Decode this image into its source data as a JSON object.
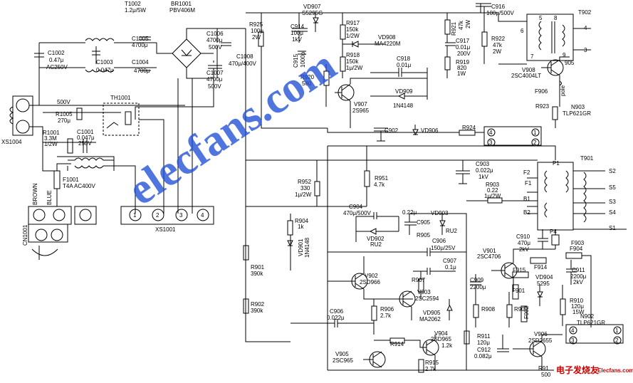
{
  "diagram": {
    "labels": {
      "T1002": "T1002",
      "T1002_val": "1.2μ/5W",
      "BR1001": "BR1001",
      "BR1001_val": "PBV406M",
      "C1005": "C1005",
      "C1005_val": "4700μ",
      "C1004": "C1004",
      "C1004_val": "4700μ",
      "C1002": "C1002",
      "C1002_val1": "0.47μ",
      "C1002_val2": "AC250V",
      "C1003": "C1003",
      "C1003_val": "0.047μ",
      "C1006": "C1006",
      "C1006_val1": "4700μ",
      "C1006_val2": "500V",
      "C1008": "C1008",
      "C1008_val": "470μ/400V",
      "C1007": "C1007",
      "C1007_val1": "4700μ",
      "C1007_val2": "500V",
      "v500": "500V",
      "TH1001": "TH1001",
      "R1005": "R1005",
      "R1005_val": "270μ",
      "R1001": "R1001",
      "R1001_val1": "3.3M",
      "R1001_val2": "1/2W",
      "C1001": "C1001",
      "C1001_val1": "0.047μ",
      "C1001_val2": "250V",
      "XS1004": "XS1004",
      "F1001": "F1001",
      "F1001_val": "T4A AC400V",
      "BROWN": "BROWN",
      "BLUE": "BLUE",
      "CN1001": "CN1001",
      "XS1001": "XS1001",
      "pin1": "1",
      "pin2": "2",
      "pin3": "3",
      "pin4": "4",
      "R925": "R925",
      "R925_val1": "100μ",
      "R925_val2": "2W",
      "VD907": "VD907",
      "VD907_val": "S5295G",
      "C914": "C914",
      "C914_val1": "100μ",
      "C914_val2": "1kV",
      "C915": "C915",
      "C915_val": "1000p",
      "R917": "R917",
      "R917_val1": "150k",
      "R917_val2": "1/2W",
      "VD908": "VD908",
      "VD908_val": "MA4220M",
      "R918": "R918",
      "R918_val1": "150k",
      "R918_val2": "1μ/2W",
      "C918": "C918",
      "C918_val": "0.01μ",
      "R920": "R920",
      "R920_val": "560",
      "VD909": "VD909",
      "VD909_val": "1N4148",
      "V907": "V907",
      "V907_val": "2S965",
      "C916": "C916",
      "C916_val": "100μ/500V",
      "R921": "R921",
      "R921_val1": "47k",
      "R921_val2": "2W",
      "C917": "C917",
      "C917_val1": "0.01μ",
      "C917_val2": "200V",
      "R922": "R922",
      "R922_val1": "47k",
      "R922_val2": "2W",
      "R919": "R919",
      "R919_val1": "820",
      "R919_val2": "1W",
      "T902": "T902",
      "V908": "V908",
      "V908_val": "2SC4004LT",
      "F906": "F906",
      "F906_val": "pole",
      "R923": "R923",
      "N903": "N903",
      "N903_val": "TLP621GR",
      "C902": "C902",
      "VD906": "VD906",
      "R924": "R924",
      "T901": "T901",
      "R951": "R951",
      "R951_val": "4.7k",
      "C903": "C903",
      "C903_val1": "0.022μ",
      "C903_val2": "1kV",
      "R952": "R952",
      "R952_val1": "330",
      "R952_val2": "1μ/2W",
      "R903": "R903",
      "R903_val1": "0.22",
      "R903_val2": "1μ/2W",
      "C904": "C904",
      "C904_val": "470μ/500V",
      "C904b_val": "0.22μ",
      "VD903": "VD903",
      "C905": "C905",
      "RU2": "RU2",
      "R905": "R905",
      "VD902": "VD902",
      "VD902_val": "RU2",
      "R904": "R904",
      "R904_val": "1k",
      "VD901": "VD901",
      "VD901_val": "1N4148",
      "C906a": "C906",
      "C906a_val": "150μ/25V",
      "C907": "C907",
      "C907_val": "0.1μ",
      "V901": "V901",
      "V901_val": "2SC4706",
      "C910": "C910",
      "C910_val1": "470μ",
      "C910_val2": "2kV",
      "F903": "F903",
      "F904": "F904",
      "F914": "F914",
      "R901": "R901",
      "R901_val": "390k",
      "V902": "V902",
      "V902_val": "2SD966",
      "R907": "R907",
      "F915": "F915",
      "VD904": "VD904",
      "VD904_val": "5295",
      "C911": "C911",
      "C911_val1": "2200μ",
      "C911_val2": "2kV",
      "V903": "V903",
      "V903_val": "2SC2594",
      "C909": "C909",
      "C909_val": "2200μ",
      "F901": "F901",
      "R902": "R902",
      "R902_val": "390k",
      "R906": "R906",
      "R906_val": "2.7k",
      "VD905": "VD905",
      "VD905_val": "MA2062",
      "R908": "R908",
      "R909": "R909",
      "F902": "F902",
      "R910": "R910",
      "R910_val1": "120μ",
      "R910_val2": "15W",
      "N902": "N902",
      "N902_val": "TLP621GR",
      "C906b": "C906",
      "C906b_val": "0.022μ",
      "V904": "V904",
      "V904_val": "2SD965",
      "R911": "R911",
      "R911_val": "120μ",
      "C912": "C912",
      "C912_val": "0.082μ",
      "V906": "V906",
      "V906_val": "2SD2655",
      "R914": "R914",
      "R913_val": "1.2k",
      "V905": "V905",
      "V905_val": "2SC965",
      "R915": "R915",
      "R915_val": "2.7k",
      "R916": "R91",
      "R916_val": "500",
      "P1": "P1",
      "P4": "P4",
      "F1": "F1",
      "F2": "F2",
      "B1": "B1",
      "B2": "B2",
      "S1": "S1",
      "S2": "S2",
      "S3": "S3",
      "S4": "S4",
      "S5": "S5",
      "t1": "1",
      "t2": "2",
      "t3": "3",
      "t4": "4",
      "t5": "5",
      "t6": "6",
      "t7": "7",
      "t8": "8",
      "t9": "9",
      "t905": "905"
    },
    "watermark": "elecfans.com",
    "logo_cn": "电子发烧友",
    "logo_en": "Elecfans.com"
  },
  "colors": {
    "line": "#000000",
    "watermark": "#1f4fd6",
    "logo": "#cc0000",
    "bg": "#ffffff"
  }
}
